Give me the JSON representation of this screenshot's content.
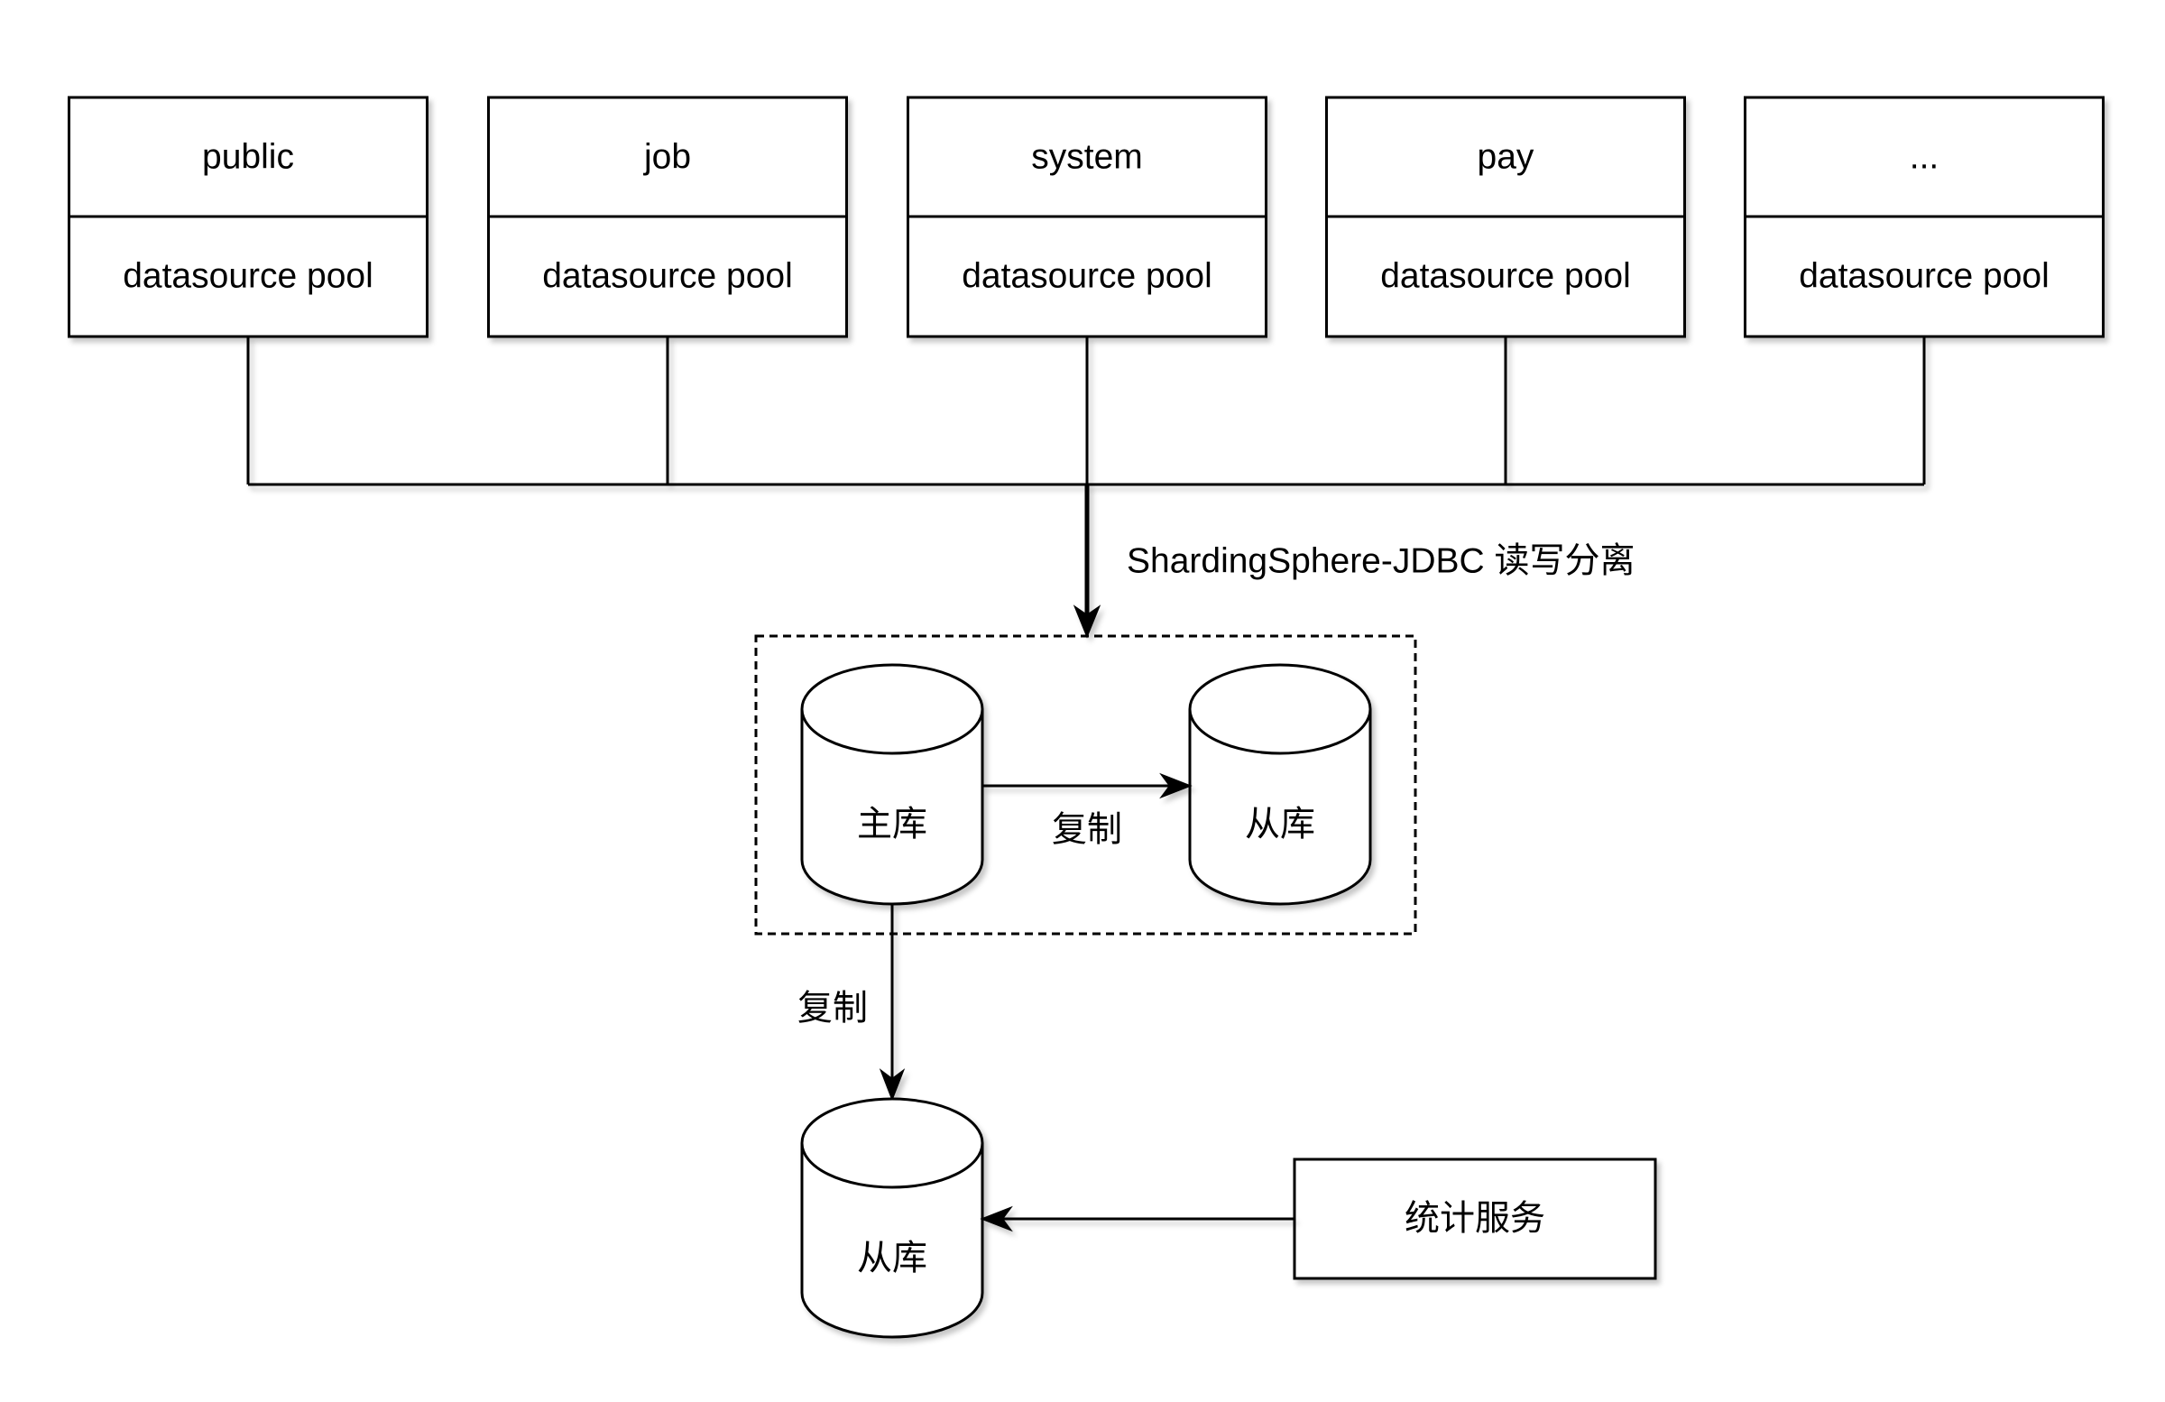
{
  "datasources": [
    {
      "name": "public",
      "pool": "datasource pool"
    },
    {
      "name": "job",
      "pool": "datasource pool"
    },
    {
      "name": "system",
      "pool": "datasource pool"
    },
    {
      "name": "pay",
      "pool": "datasource pool"
    },
    {
      "name": "...",
      "pool": "datasource pool"
    }
  ],
  "connector_label": "ShardingSphere-JDBC 读写分离",
  "read_write_group": {
    "primary_db": "主库",
    "replica_db": "从库",
    "replication_label": "复制"
  },
  "reporting": {
    "replication_label": "复制",
    "replica_db": "从库",
    "stats_service": "统计服务"
  },
  "colors": {
    "stroke": "#000000",
    "fill": "#ffffff"
  }
}
